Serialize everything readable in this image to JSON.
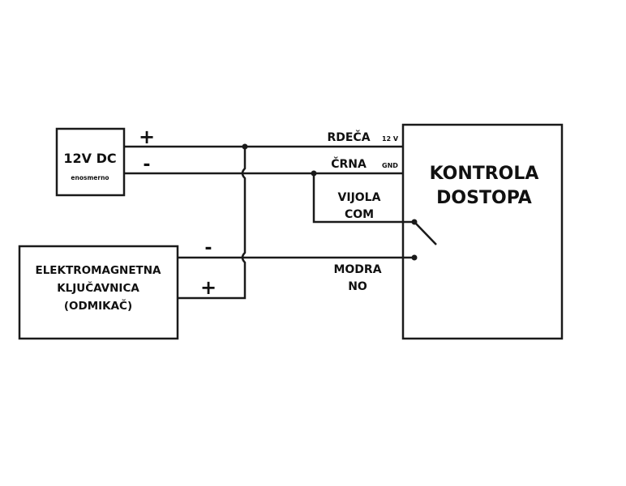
{
  "power_supply": {
    "title": "12V DC",
    "subtitle": "enosmerno",
    "plus": "+",
    "minus": "-"
  },
  "lock": {
    "line1": "ELEKTROMAGNETNA",
    "line2": "KLJUČAVNICA",
    "line3": "(ODMIKAČ)",
    "minus": "-",
    "plus": "+"
  },
  "controller": {
    "line1": "KONTROLA",
    "line2": "DOSTOPA"
  },
  "wires": {
    "red": {
      "name": "RDEČA",
      "tag": "12 V"
    },
    "black": {
      "name": "ČRNA",
      "tag": "GND"
    },
    "violet": {
      "name": "VIJOLA",
      "tag": "COM"
    },
    "blue": {
      "name": "MODRA",
      "tag": "NO"
    }
  },
  "colors": {
    "line": "#1a1a1a",
    "background": "#ffffff"
  }
}
